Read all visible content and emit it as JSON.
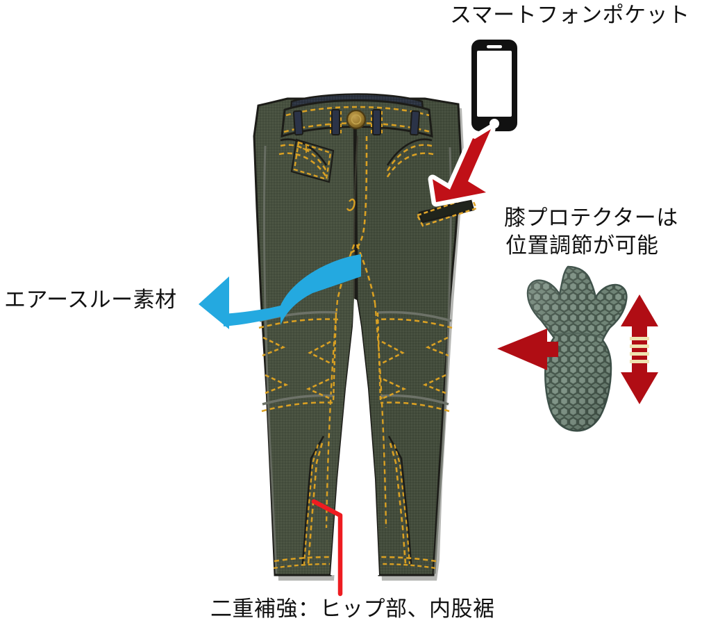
{
  "diagram": {
    "type": "product-feature-callout",
    "subject": "motorcycle-riding-pants",
    "background_color": "#ffffff"
  },
  "labels": {
    "smartphone_pocket": "スマートフォンポケット",
    "knee_protector_line1": "膝プロテクターは",
    "knee_protector_line2": "位置調節が可能",
    "air_through": "エアースルー素材",
    "double_reinforcement": "二重補強：ヒップ部、内股裾"
  },
  "icons": {
    "smartphone": "smartphone-icon",
    "knee_protector": "knee-protector-icon",
    "pocket_arrow": "red-arrow-down-left-icon",
    "knee_arrow": "red-arrow-left-icon",
    "adjust_arrow": "red-double-arrow-vertical-icon",
    "airflow_arrow": "cyan-airflow-arrow-icon",
    "leader_line": "red-leader-line-icon"
  },
  "colors": {
    "fabric": "#47503f",
    "fabric_dark": "#3b4436",
    "fabric_shadow": "#333b30",
    "waistband_inner": "#2c3340",
    "stitch_gold": "#d9a023",
    "stitch_orange": "#e0a52a",
    "outline": "#1c1c18",
    "seam_grey": "#6d7268",
    "button_gold": "#9c7b2e",
    "belt_loop": "#2b3348",
    "arrow_red": "#c01017",
    "arrow_red_dark": "#b00d14",
    "arrow_red_bright": "#ee1c21",
    "arrow_cyan": "#24a9e0",
    "arrow_stripe_cream": "#efe3b0",
    "protector_green": "#6f8578",
    "protector_dark": "#41564c",
    "protector_light": "#9fb0a5",
    "phone_black": "#111111",
    "phone_screen": "#ffffff"
  },
  "features": [
    {
      "id": "smartphone-pocket",
      "label": "スマートフォンポケット",
      "marker": "red-arrow-down-left",
      "target": "welt pocket on right hip"
    },
    {
      "id": "knee-protector-adjustable",
      "label": "膝プロテクターは位置調節が可能",
      "marker": "red-arrow-left + vertical double arrow",
      "target": "knee area"
    },
    {
      "id": "air-through-material",
      "label": "エアースルー素材",
      "marker": "cyan-airflow-arrow",
      "target": "thigh / crotch panel"
    },
    {
      "id": "double-reinforcement",
      "label": "二重補強：ヒップ部、内股裾",
      "marker": "red-leader-line",
      "target": "inner thigh hem"
    }
  ]
}
